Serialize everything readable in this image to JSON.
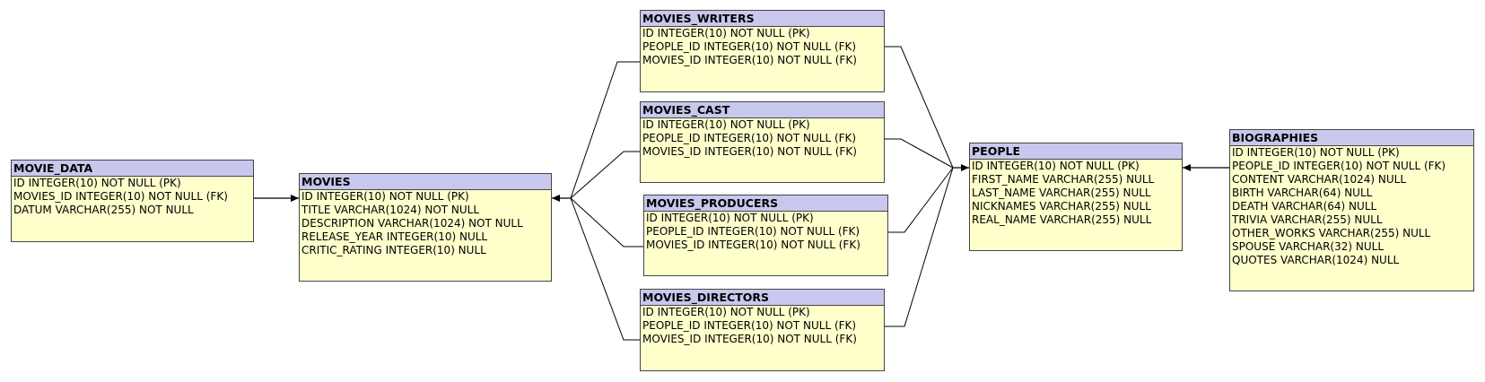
{
  "tables": {
    "movie_data": {
      "name": "MOVIE_DATA",
      "columns": [
        "ID  INTEGER(10) NOT NULL (PK)",
        "MOVIES_ID  INTEGER(10) NOT NULL (FK)",
        "DATUM  VARCHAR(255) NOT NULL"
      ]
    },
    "movies": {
      "name": "MOVIES",
      "columns": [
        "ID  INTEGER(10) NOT NULL (PK)",
        "TITLE  VARCHAR(1024) NOT NULL",
        "DESCRIPTION  VARCHAR(1024) NOT NULL",
        "RELEASE_YEAR  INTEGER(10) NULL",
        "CRITIC_RATING  INTEGER(10) NULL"
      ]
    },
    "movies_writers": {
      "name": "MOVIES_WRITERS",
      "columns": [
        "ID  INTEGER(10) NOT NULL (PK)",
        "PEOPLE_ID  INTEGER(10) NOT NULL (FK)",
        "MOVIES_ID  INTEGER(10) NOT NULL (FK)"
      ]
    },
    "movies_cast": {
      "name": "MOVIES_CAST",
      "columns": [
        "ID  INTEGER(10) NOT NULL (PK)",
        "PEOPLE_ID  INTEGER(10) NOT NULL (FK)",
        "MOVIES_ID  INTEGER(10) NOT NULL (FK)"
      ]
    },
    "movies_producers": {
      "name": "MOVIES_PRODUCERS",
      "columns": [
        "ID  INTEGER(10) NOT NULL (PK)",
        "PEOPLE_ID  INTEGER(10) NOT NULL (FK)",
        "MOVIES_ID  INTEGER(10) NOT NULL (FK)"
      ]
    },
    "movies_directors": {
      "name": "MOVIES_DIRECTORS",
      "columns": [
        "ID  INTEGER(10) NOT NULL (PK)",
        "PEOPLE_ID  INTEGER(10) NOT NULL (FK)",
        "MOVIES_ID  INTEGER(10) NOT NULL (FK)"
      ]
    },
    "people": {
      "name": "PEOPLE",
      "columns": [
        "ID  INTEGER(10) NOT NULL (PK)",
        "FIRST_NAME  VARCHAR(255) NULL",
        "LAST_NAME  VARCHAR(255) NULL",
        "NICKNAMES  VARCHAR(255) NULL",
        "REAL_NAME  VARCHAR(255) NULL"
      ]
    },
    "biographies": {
      "name": "BIOGRAPHIES",
      "columns": [
        "ID  INTEGER(10) NOT NULL (PK)",
        "PEOPLE_ID  INTEGER(10) NOT NULL (FK)",
        "CONTENT  VARCHAR(1024) NULL",
        "BIRTH  VARCHAR(64) NULL",
        "DEATH  VARCHAR(64) NULL",
        "TRIVIA  VARCHAR(255) NULL",
        "OTHER_WORKS  VARCHAR(255) NULL",
        "SPOUSE  VARCHAR(32) NULL",
        "QUOTES  VARCHAR(1024) NULL"
      ]
    }
  },
  "colors": {
    "header_bg": "#c8c8ee",
    "body_bg": "#ffffcc",
    "border": "#444444",
    "line": "#000000"
  }
}
